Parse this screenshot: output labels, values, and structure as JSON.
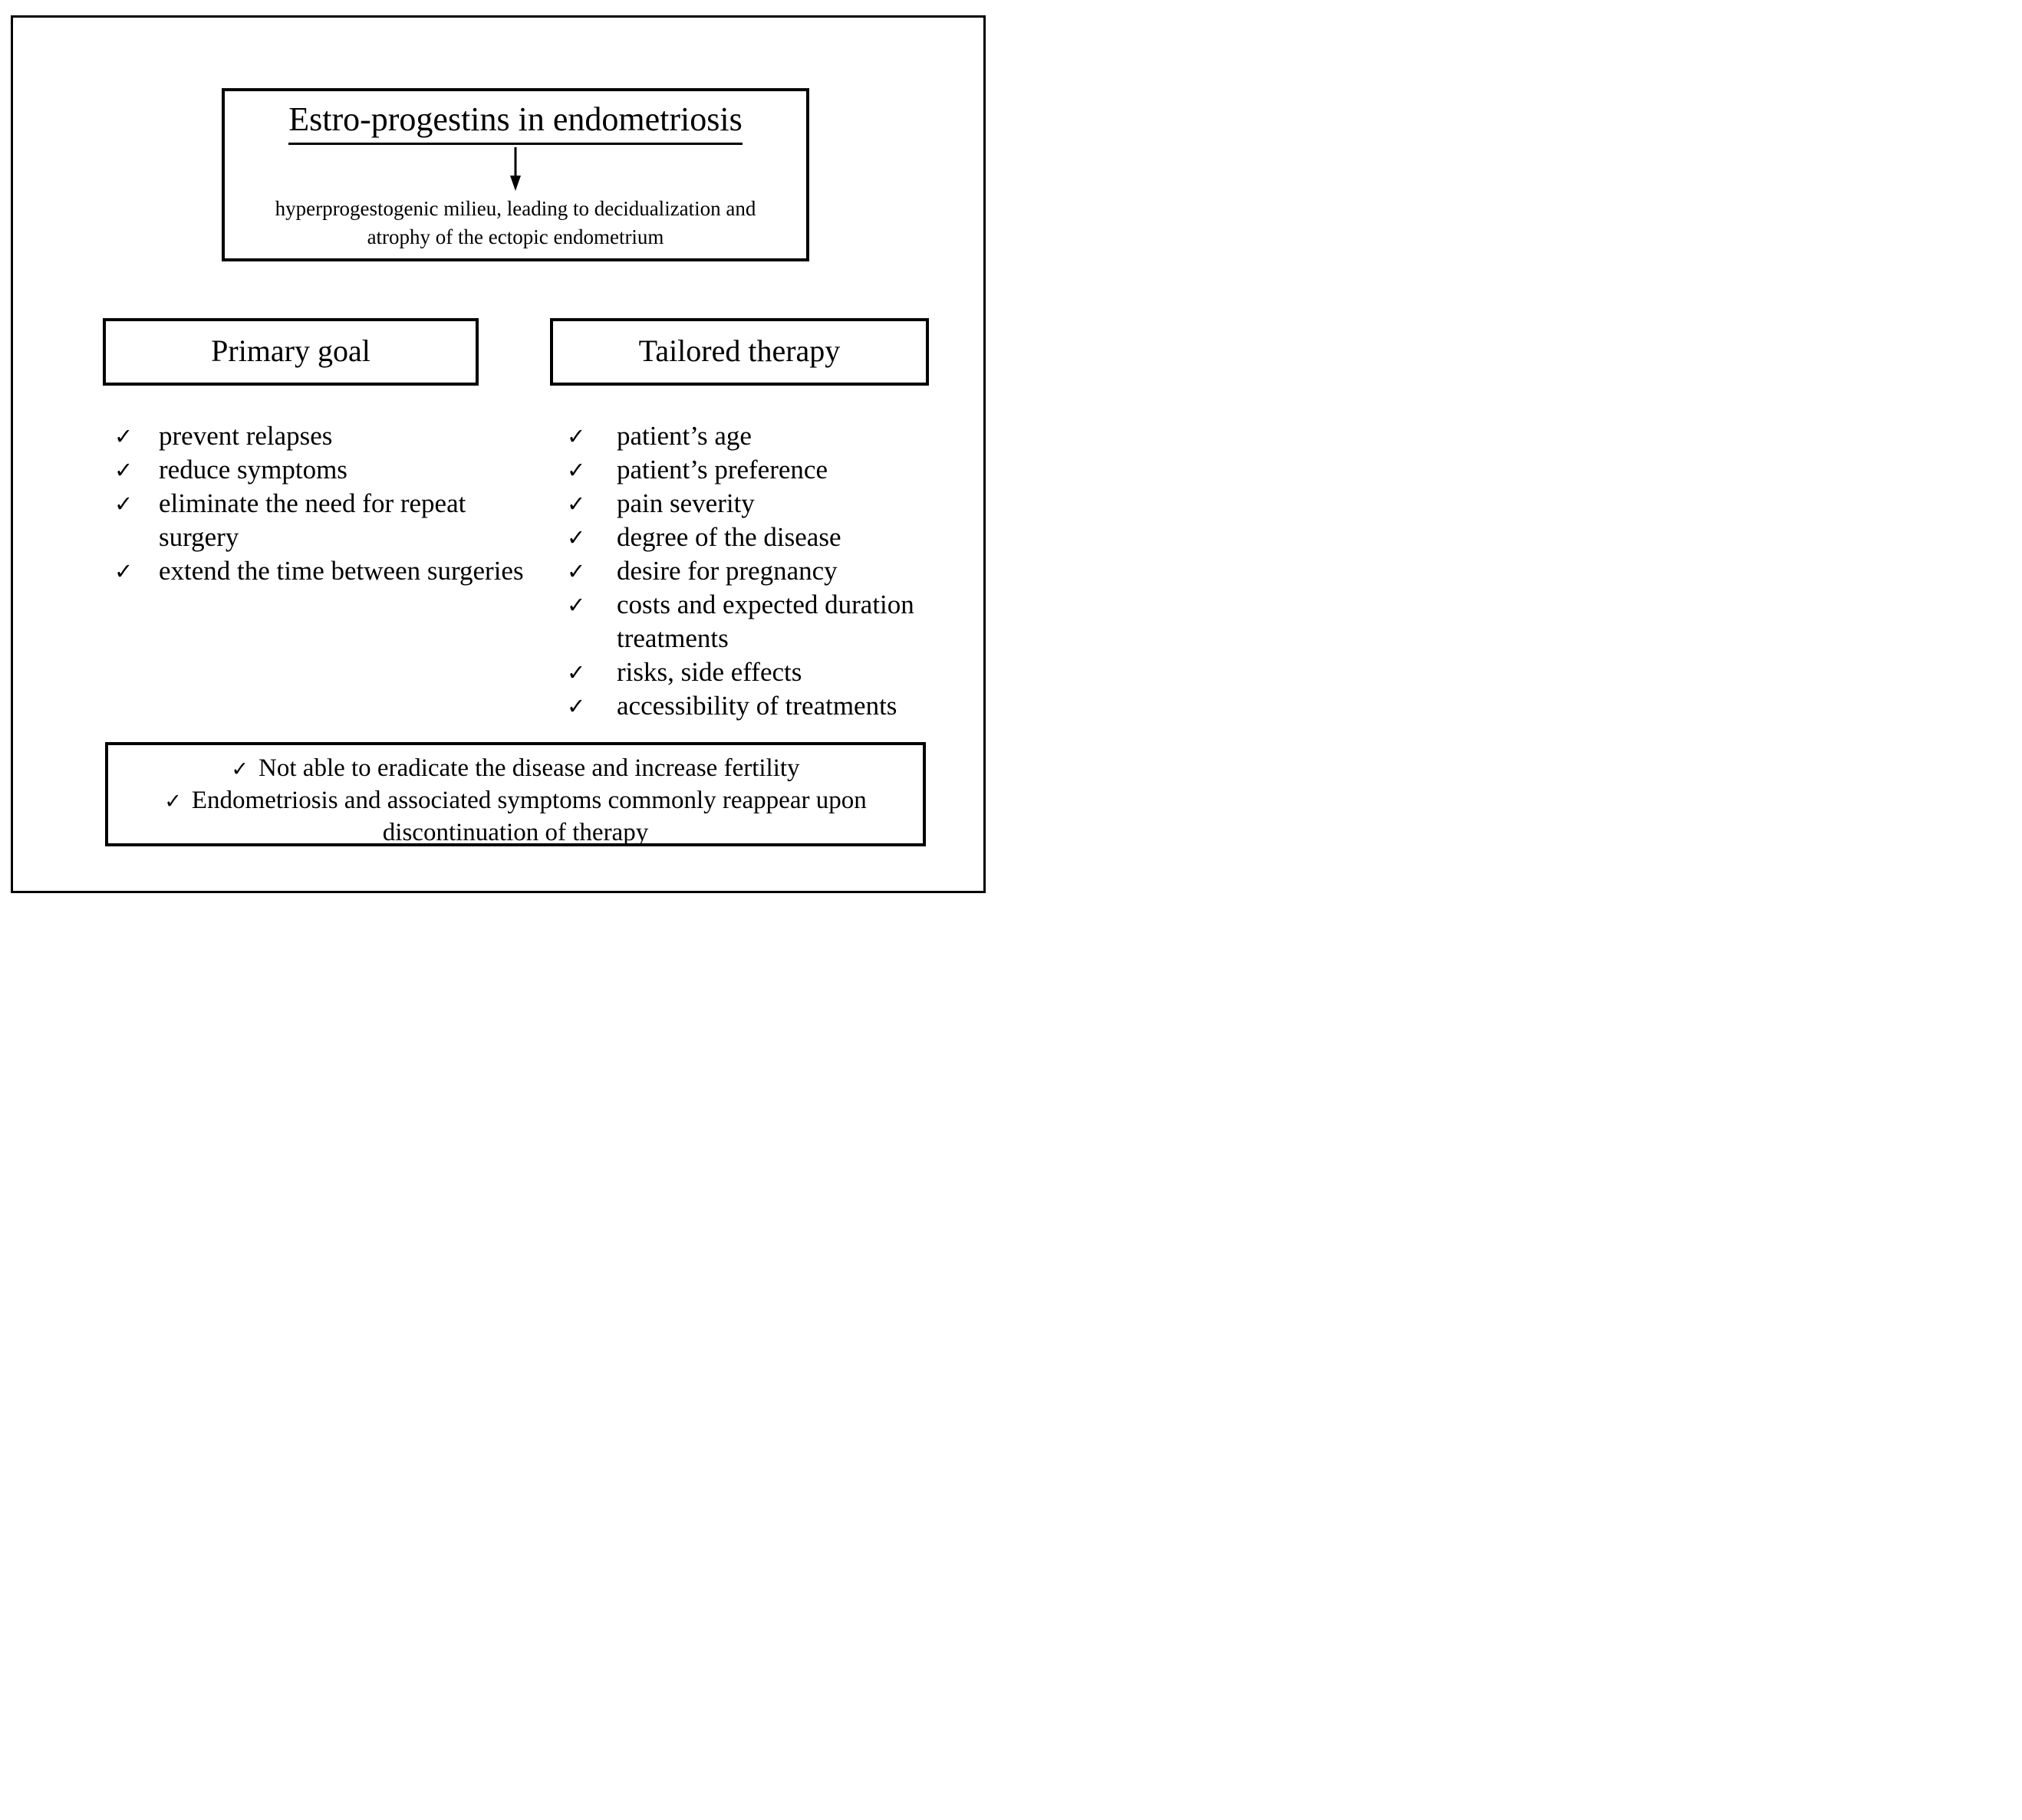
{
  "colors": {
    "ink": "#000000",
    "background": "#ffffff"
  },
  "icons": {
    "check": "✓",
    "arrow_down": "down-arrow"
  },
  "top_box": {
    "title": "Estro-progestins in endometriosis",
    "description_lines": [
      "hyperprogestogenic milieu, leading to decidualization and",
      "atrophy of the ectopic endometrium"
    ]
  },
  "primary_goal": {
    "heading": "Primary goal",
    "items": [
      "prevent relapses",
      "reduce symptoms",
      "eliminate the need for repeat surgery",
      "extend the time between surgeries"
    ]
  },
  "tailored_therapy": {
    "heading": "Tailored therapy",
    "items": [
      "patient’s age",
      "patient’s preference",
      "pain severity",
      "degree of the disease",
      "desire for pregnancy",
      "costs and expected duration treatments",
      "risks, side effects",
      "accessibility of treatments"
    ]
  },
  "summary_box": {
    "items": [
      "Not able to eradicate the disease  and increase fertility",
      "Endometriosis and associated symptoms commonly reappear upon discontinuation of therapy"
    ]
  }
}
